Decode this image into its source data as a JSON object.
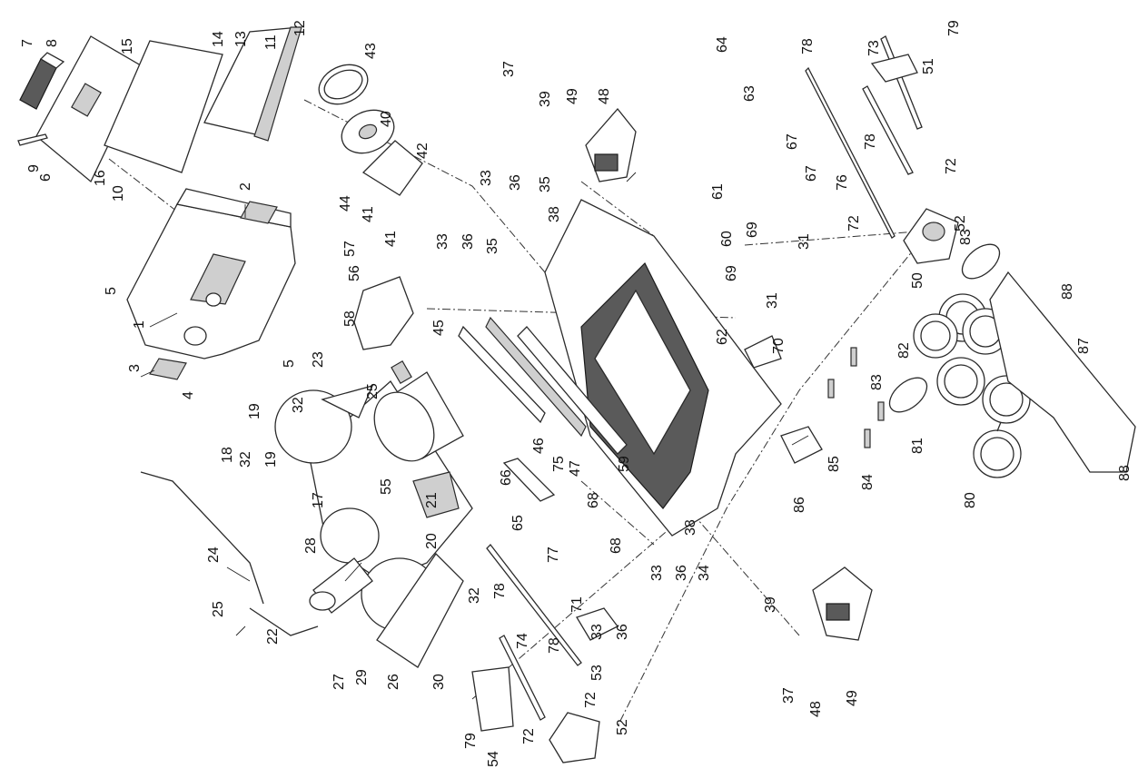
{
  "diagram": {
    "type": "exploded-parts-view",
    "callouts": [
      "1",
      "2",
      "3",
      "4",
      "5",
      "5",
      "6",
      "7",
      "8",
      "9",
      "10",
      "11",
      "12",
      "13",
      "14",
      "15",
      "16",
      "17",
      "18",
      "19",
      "19",
      "20",
      "21",
      "22",
      "23",
      "24",
      "25",
      "25",
      "26",
      "27",
      "28",
      "29",
      "30",
      "31",
      "31",
      "32",
      "32",
      "32",
      "33",
      "33",
      "33",
      "33",
      "34",
      "35",
      "35",
      "36",
      "36",
      "36",
      "36",
      "37",
      "37",
      "38",
      "38",
      "39",
      "39",
      "40",
      "41",
      "41",
      "42",
      "43",
      "44",
      "45",
      "46",
      "47",
      "48",
      "48",
      "49",
      "49",
      "50",
      "51",
      "52",
      "52",
      "53",
      "54",
      "55",
      "56",
      "57",
      "58",
      "59",
      "60",
      "61",
      "62",
      "63",
      "64",
      "65",
      "66",
      "67",
      "67",
      "68",
      "68",
      "69",
      "69",
      "70",
      "71",
      "72",
      "72",
      "72",
      "72",
      "73",
      "74",
      "75",
      "76",
      "77",
      "78",
      "78",
      "78",
      "78",
      "79",
      "79",
      "80",
      "81",
      "82",
      "83",
      "83",
      "84",
      "85",
      "86",
      "87",
      "88",
      "88"
    ]
  }
}
